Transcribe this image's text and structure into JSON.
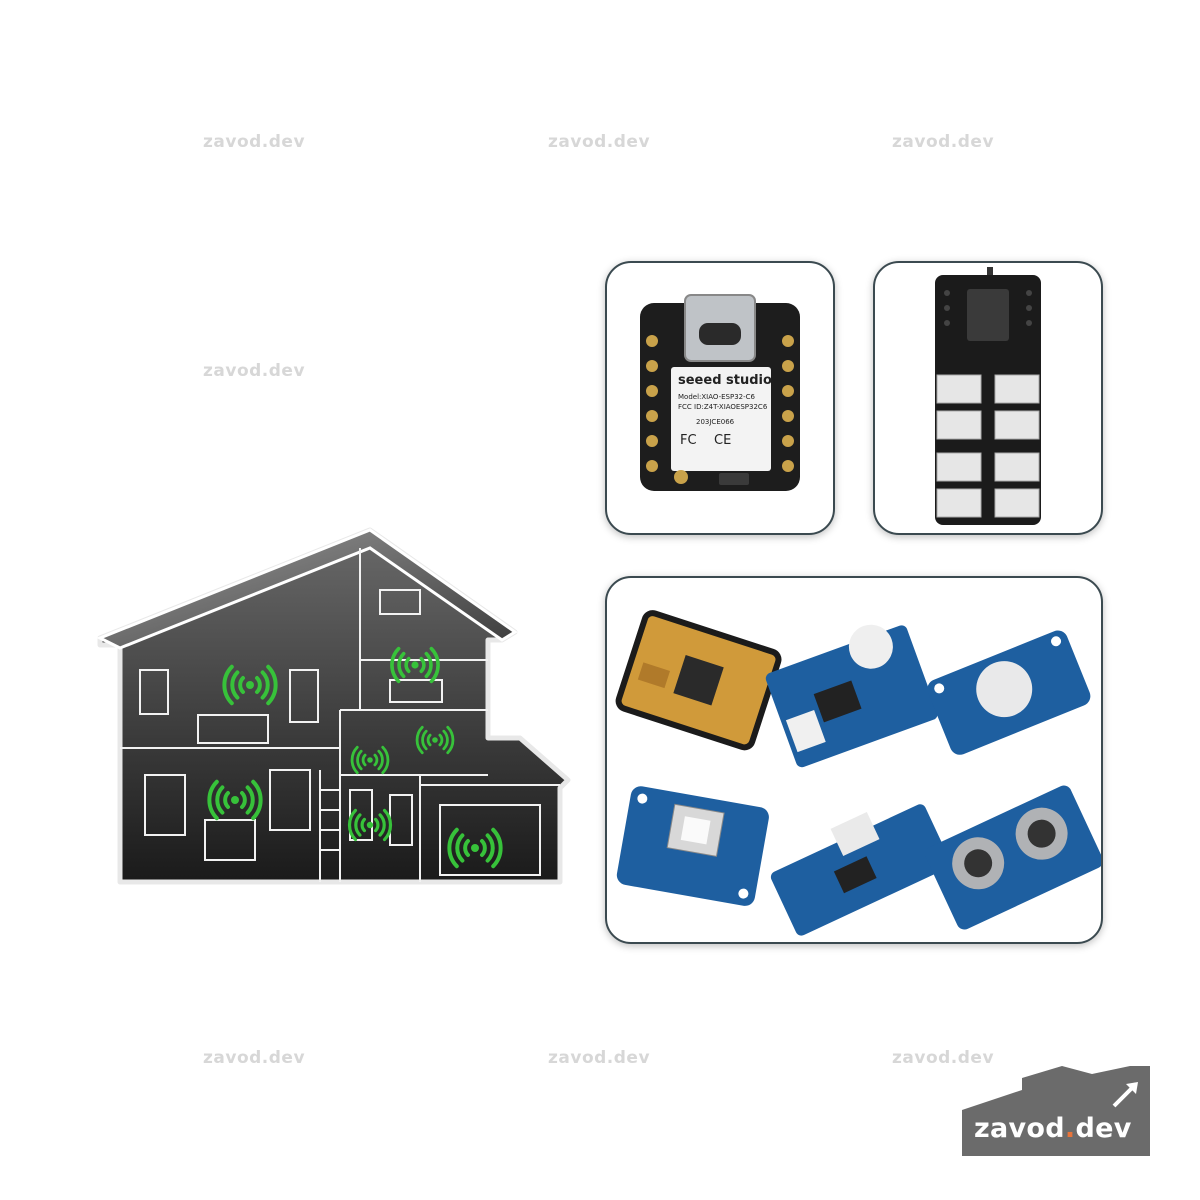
{
  "watermark": "zavod.dev",
  "board": {
    "brand": "seeed studio",
    "model": "Model:XIAO-ESP32-C6",
    "fcc": "FCC ID:Z4T-XIAOESP32C6",
    "code": "203JCE066",
    "marks": [
      "FC",
      "CE"
    ]
  },
  "logo": {
    "name": "zavod",
    "dot": ".",
    "tld": "dev",
    "accent": "#e8743a"
  },
  "colors": {
    "signal": "#37c23a",
    "pcb_blue": "#1e5fa0",
    "card_border": "#3b4a50"
  },
  "icons": [
    "house-illustration",
    "wifi-signal-icon",
    "arrow-icon"
  ]
}
